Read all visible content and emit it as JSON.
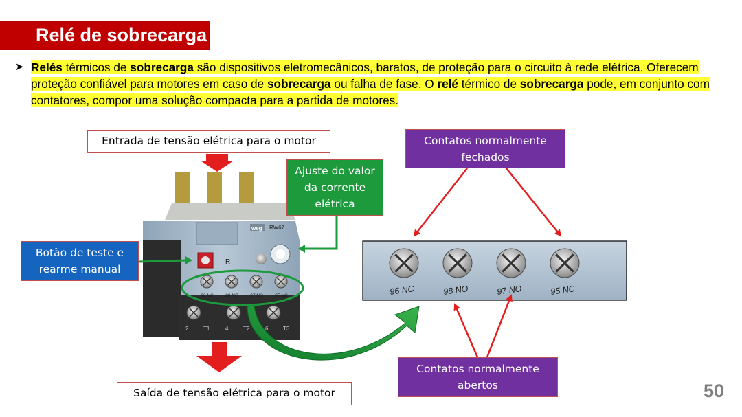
{
  "slide": {
    "title": "Relé de sobrecarga",
    "page_number": "50"
  },
  "bullet": {
    "segments": [
      {
        "text": "Relés",
        "bold": true
      },
      {
        "text": " térmicos de ",
        "bold": false
      },
      {
        "text": "sobrecarga",
        "bold": true
      },
      {
        "text": " são dispositivos eletromecânicos, baratos, de proteção para o circuito à rede elétrica. Oferecem proteção confiável para motores em caso de ",
        "bold": false
      },
      {
        "text": "sobrecarga",
        "bold": true
      },
      {
        "text": " ou falha de fase. O ",
        "bold": false
      },
      {
        "text": "relé",
        "bold": true
      },
      {
        "text": " térmico de ",
        "bold": false
      },
      {
        "text": "sobrecarga",
        "bold": true
      },
      {
        "text": " pode, em conjunto com contatores, compor uma solução compacta para a partida de motores.",
        "bold": false
      }
    ]
  },
  "labels": {
    "input_voltage": "Entrada de tensão elétrica para o motor",
    "current_adjust_l1": "Ajuste do valor",
    "current_adjust_l2": "da corrente",
    "current_adjust_l3": "elétrica",
    "test_button_l1": "Botão de teste e",
    "test_button_l2": "rearme manual",
    "nc_contacts_l1": "Contatos normalmente",
    "nc_contacts_l2": "fechados",
    "no_contacts_l1": "Contatos normalmente",
    "no_contacts_l2": "abertos",
    "output_voltage": "Saída de tensão elétrica para o motor"
  },
  "device": {
    "brand": "weg",
    "model": "RW67",
    "reset_letter": "R",
    "terminals_top": [
      "96 NC",
      "98 NO",
      "97 NO",
      "95 NC"
    ],
    "terminals_bottom": [
      "2",
      "T1",
      "4",
      "T2",
      "6",
      "T3"
    ]
  },
  "zoom_terminals": [
    "96 NC",
    "98 NO",
    "97 NO",
    "95 NC"
  ],
  "colors": {
    "title_bg": "#c00000",
    "highlight": "#ffff33",
    "green_label": "#1c9a3c",
    "blue_label": "#1565c0",
    "purple_label": "#7030a0",
    "arrow_red": "#e31e1e",
    "ellipse_green": "#1c9a3c"
  }
}
